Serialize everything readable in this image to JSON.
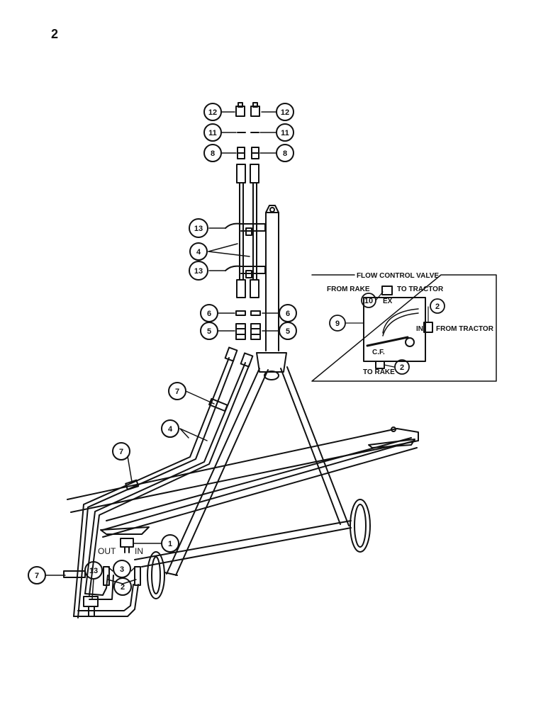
{
  "page": {
    "number": "2"
  },
  "colors": {
    "ink": "#111111",
    "paper": "#ffffff"
  },
  "callouts": {
    "c12a": "12",
    "c12b": "12",
    "c11a": "11",
    "c11b": "11",
    "c8a": "8",
    "c8b": "8",
    "c13a": "13",
    "c4a": "4",
    "c13b": "13",
    "c6a": "6",
    "c6b": "6",
    "c5a": "5",
    "c5b": "5",
    "c7a": "7",
    "c4b": "4",
    "c7b": "7",
    "c1": "1",
    "c3": "3",
    "c2a": "2",
    "c7c": "7",
    "c13c": "13",
    "c10": "10",
    "c2b": "2",
    "c9": "9",
    "c2c": "2"
  },
  "rake_labels": {
    "out": "OUT",
    "in": "IN"
  },
  "inset": {
    "title": "FLOW CONTROL VALVE",
    "from_rake": "FROM RAKE",
    "to_tractor": "TO TRACTOR",
    "ex": "EX",
    "in": "IN",
    "from_tractor": "FROM TRACTOR",
    "cf": "C.F.",
    "to_rake": "TO RAKE"
  }
}
